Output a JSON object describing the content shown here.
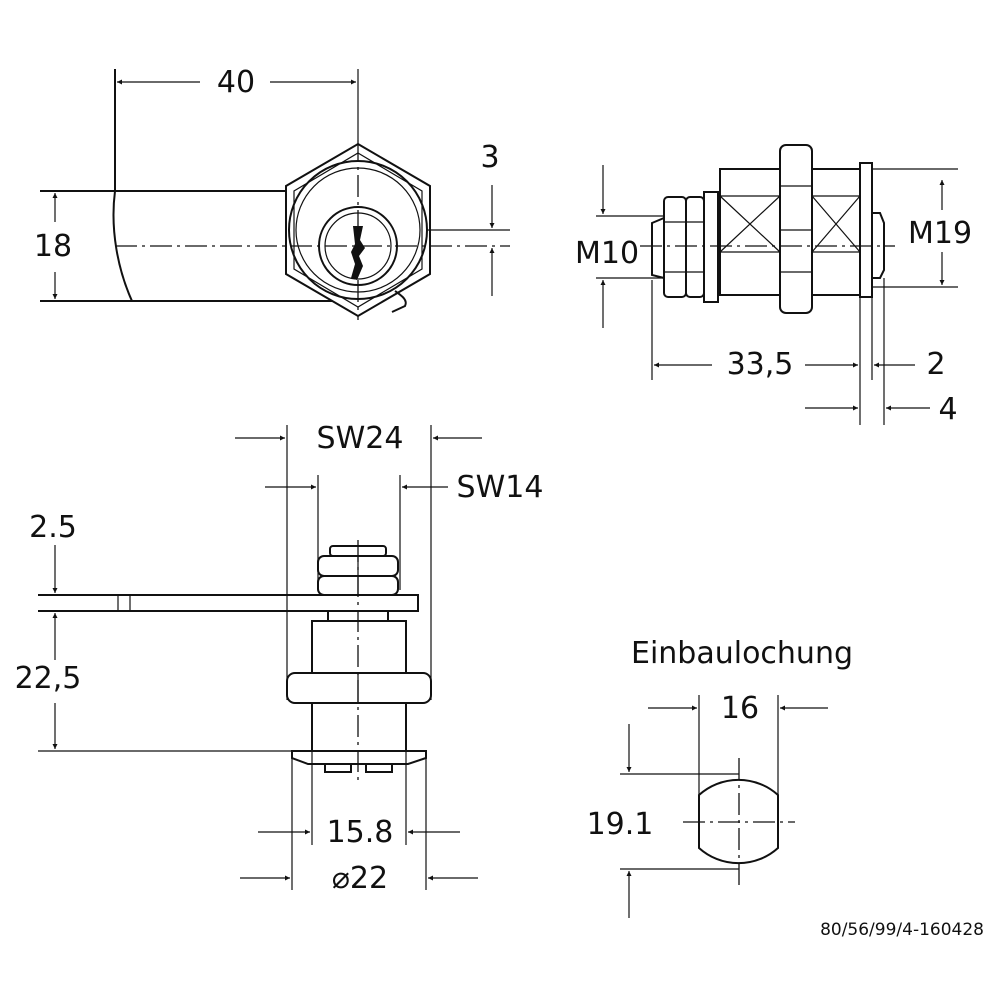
{
  "dimensions": {
    "front_width": "40",
    "front_height": "18",
    "key_offset": "3",
    "side_thread_small": "M10",
    "side_thread_large": "M19",
    "side_length": "33,5",
    "side_gap_2": "2",
    "side_gap_4": "4",
    "wrench_sw24": "SW24",
    "wrench_sw14": "SW14",
    "cam_thickness": "2.5",
    "cam_height": "22,5",
    "inner_diameter": "15.8",
    "outer_diameter": "⌀22",
    "hole_width": "16",
    "hole_height": "19.1"
  },
  "cutout_title": "Einbaulochung",
  "drawing_ref": "80/56/99/4-160428",
  "colors": {
    "line": "#111111",
    "background": "#ffffff"
  }
}
